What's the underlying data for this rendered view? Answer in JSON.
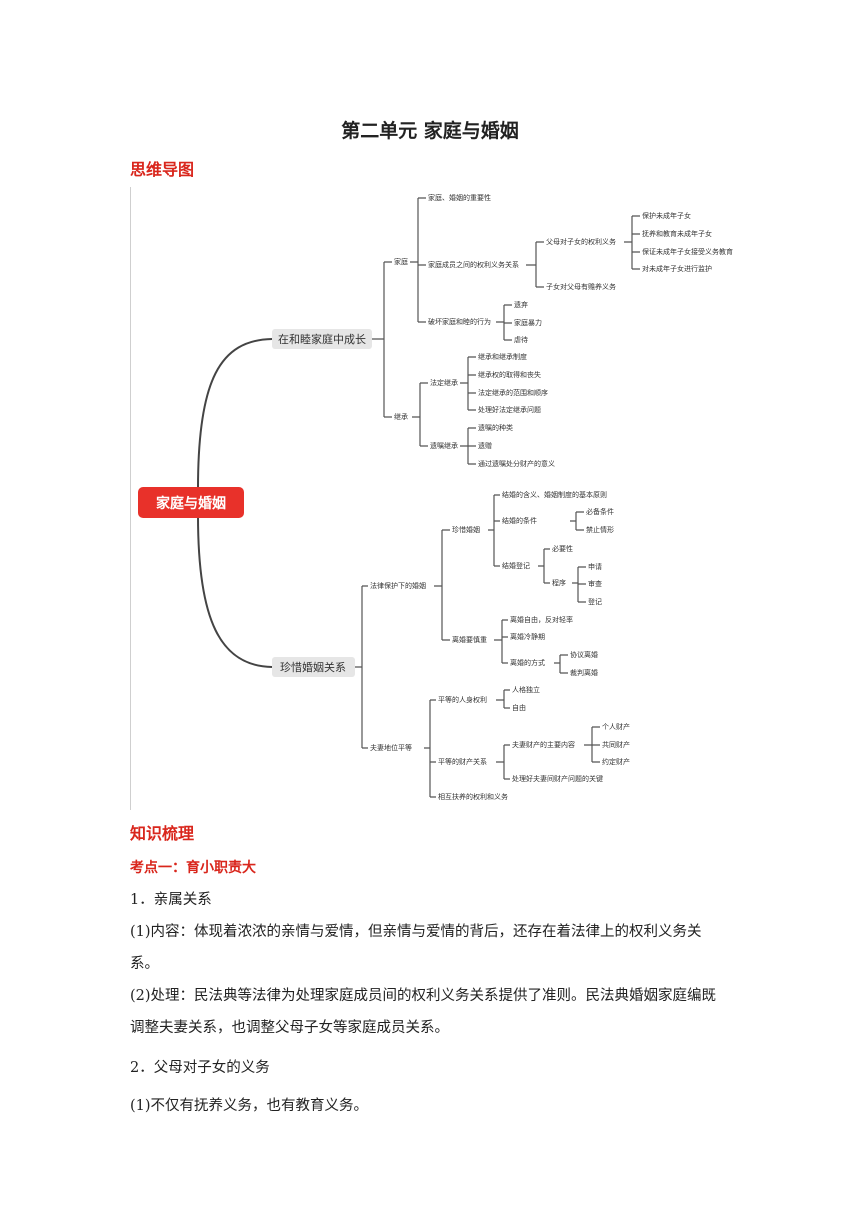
{
  "doc": {
    "title": "第二单元  家庭与婚姻",
    "mindmap_heading": "思维导图",
    "knowledge_heading": "知识梳理",
    "point1": "考点一：育小职责大",
    "paragraphs": [
      "1．亲属关系",
      "(1)内容：体现着浓浓的亲情与爱情，但亲情与爱情的背后，还存在着法律上的权利义务关系。",
      "(2)处理：民法典等法律为处理家庭成员间的权利义务关系提供了准则。民法典婚姻家庭编既调整夫妻关系，也调整父母子女等家庭成员关系。",
      "2．父母对子女的义务",
      "(1)不仅有抚养义务，也有教育义务。"
    ]
  },
  "mindmap": {
    "root": "家庭与婚姻",
    "b1": "在和睦家庭中成长",
    "b2": "珍惜婚姻关系",
    "jiating": "家庭",
    "jt_importance": "家庭、婚姻的重要性",
    "jt_rights": "家庭成员之间的权利义务关系",
    "parent_duty": "父母对子女的权利义务",
    "pd1": "保护未成年子女",
    "pd2": "抚养和教育未成年子女",
    "pd3": "保证未成年子女接受义务教育",
    "pd4": "对未成年子女进行监护",
    "child_duty": "子女对父母有赡养义务",
    "jt_harm": "破坏家庭和睦的行为",
    "h1": "遗弃",
    "h2": "家庭暴力",
    "h3": "虐待",
    "jicheng": "继承",
    "fading": "法定继承",
    "fd1": "继承和继承制度",
    "fd2": "继承权的取得和丧失",
    "fd3": "法定继承的范围和顺序",
    "fd4": "处理好法定继承问题",
    "yizhu": "遗嘱继承",
    "yz1": "遗嘱的种类",
    "yz2": "遗赠",
    "yz3": "通过遗嘱处分财产的意义",
    "law_marriage": "法律保护下的婚姻",
    "cherish": "珍惜婚姻",
    "c1": "结婚的含义、婚姻制度的基本原则",
    "c2": "结婚的条件",
    "c2a": "必备条件",
    "c2b": "禁止情形",
    "c3": "结婚登记",
    "c3a": "必要性",
    "c3b": "程序",
    "p1": "申请",
    "p2": "审查",
    "p3": "登记",
    "divorce": "离婚要慎重",
    "d1": "离婚自由，反对轻率",
    "d2": "离婚冷静期",
    "d3": "离婚的方式",
    "d3a": "协议离婚",
    "d3b": "裁判离婚",
    "equal": "夫妻地位平等",
    "e1": "平等的人身权利",
    "e1a": "人格独立",
    "e1b": "自由",
    "e2": "平等的财产关系",
    "e2a": "夫妻财产的主要内容",
    "pp1": "个人财产",
    "pp2": "共同财产",
    "pp3": "约定财产",
    "e2b": "处理好夫妻间财产问题的关键",
    "e3": "相互扶养的权利和义务"
  }
}
